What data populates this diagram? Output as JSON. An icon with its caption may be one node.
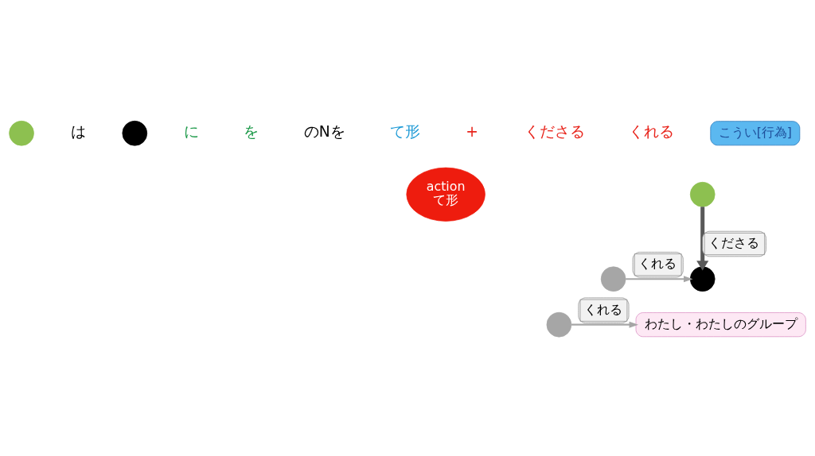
{
  "diagram": {
    "nodes": [
      {
        "text": [],
        "shape": "person"
      },
      {
        "text": [],
        "shape": "person"
      },
      {
        "text": [
          "こうい[行為]"
        ]
      },
      {
        "text": [],
        "shape": "person"
      },
      {
        "text": [
          "わたし・わたしのグループ"
        ]
      },
      {
        "text": [],
        "shape": "person"
      },
      {
        "text": [],
        "shape": "person"
      },
      {
        "text": [],
        "shape": "person"
      },
      {
        "text": [
          "action",
          "て形"
        ]
      }
    ],
    "edges": [
      {
        "from": 5,
        "to": 3,
        "arrow": "to",
        "label": "くださる",
        "style": "thick",
        "color": "#595959"
      },
      {
        "from": 6,
        "to": 3,
        "arrow": "to",
        "label": "くれる"
      },
      {
        "from": 7,
        "to": 4,
        "arrow": "to",
        "label": "くれる"
      }
    ],
    "labels": [
      "は",
      "に",
      "を",
      "のNを",
      "て形",
      "+",
      "くださる",
      "くれる"
    ]
  }
}
